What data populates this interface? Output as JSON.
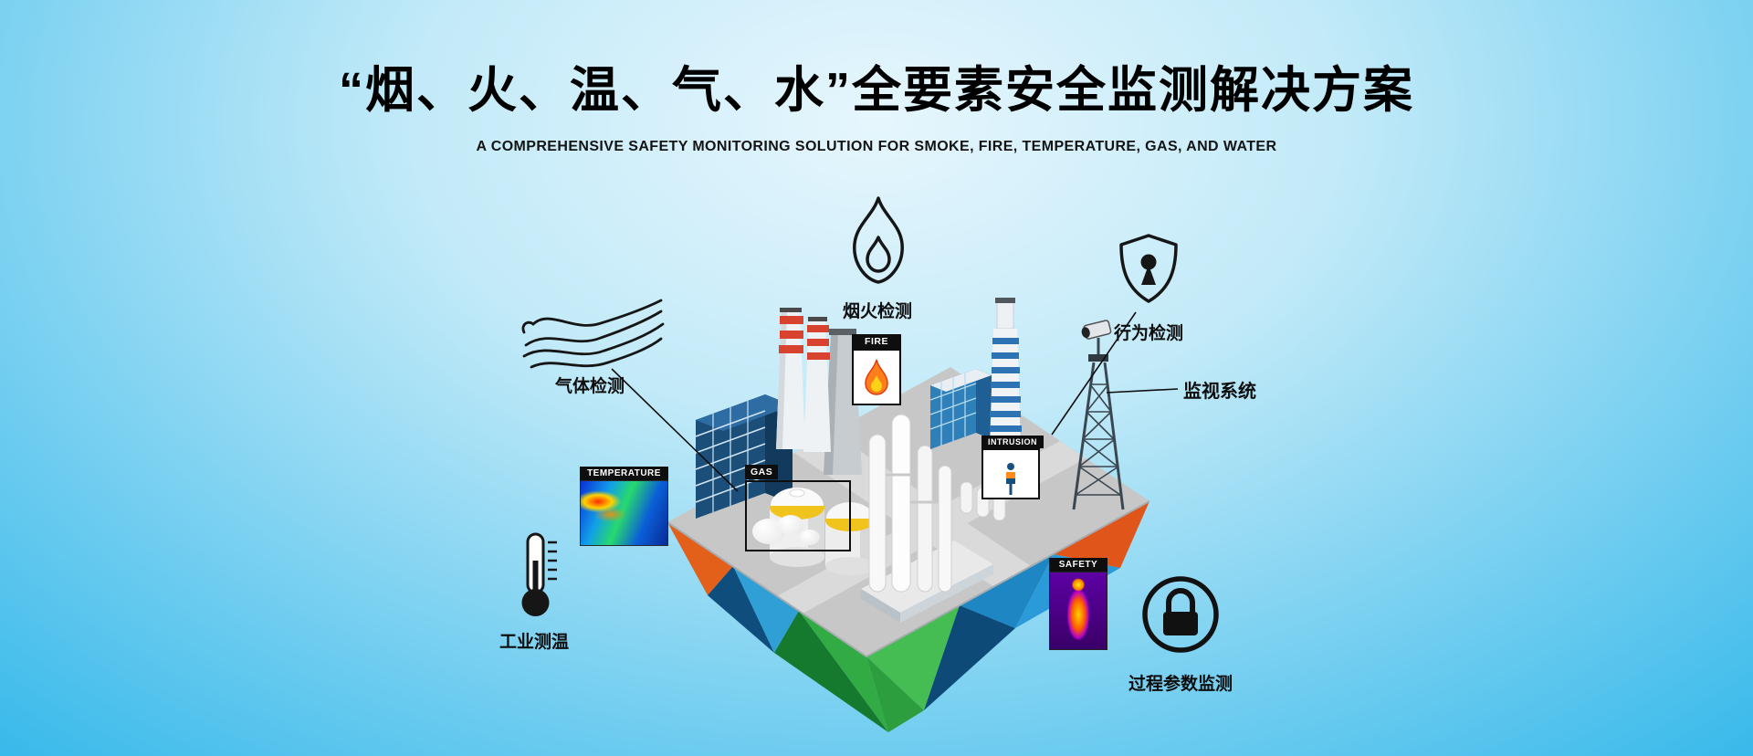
{
  "header": {
    "title": "“烟、火、温、气、水”全要素安全监测解决方案",
    "subtitle": "A COMPREHENSIVE SAFETY MONITORING SOLUTION FOR SMOKE, FIRE, TEMPERATURE, GAS, AND WATER"
  },
  "callouts": {
    "smoke_fire_detection": "烟火检测",
    "behavior_detection": "行为检测",
    "surveillance_system": "监视系统",
    "gas_detection": "气体检测",
    "industrial_temperature": "工业测温",
    "process_parameter_monitoring": "过程参数监测"
  },
  "scene_tags": {
    "fire": "FIRE",
    "temperature": "TEMPERATURE",
    "gas": "GAS",
    "intrusion": "INTRUSION",
    "safety": "SAFETY"
  },
  "colors": {
    "background_edge": "#2eb6e9",
    "background_center": "#e6f6fd",
    "text": "#000000",
    "facet_orange": "#e3601a",
    "facet_blue": "#1f86c4",
    "facet_green": "#33ab44",
    "flame_orange": "#ff7d1a",
    "chimney_red": "#d8432f"
  }
}
